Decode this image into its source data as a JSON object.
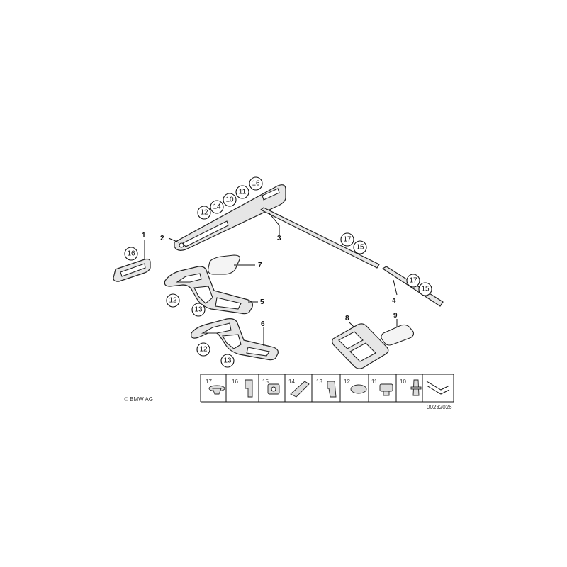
{
  "parts": {
    "p1": "1",
    "p2": "2",
    "p3": "3",
    "p4": "4",
    "p5": "5",
    "p6": "6",
    "p7": "7",
    "p8": "8",
    "p9": "9"
  },
  "bubbles": {
    "b16a": "16",
    "b12a": "12",
    "b14a": "14",
    "b10a": "10",
    "b11a": "11",
    "b16b": "16",
    "b17a": "17",
    "b15a": "15",
    "b17b": "17",
    "b15b": "15",
    "b12b": "12",
    "b13a": "13",
    "b12c": "12",
    "b13b": "13"
  },
  "strip": {
    "cells": [
      {
        "num": "17",
        "icon": "rivet-icon"
      },
      {
        "num": "16",
        "icon": "clip-bracket-icon"
      },
      {
        "num": "15",
        "icon": "square-nut-icon"
      },
      {
        "num": "14",
        "icon": "angled-clip-icon"
      },
      {
        "num": "13",
        "icon": "spring-clip-icon"
      },
      {
        "num": "12",
        "icon": "oval-pad-icon"
      },
      {
        "num": "11",
        "icon": "mounting-clip-icon"
      },
      {
        "num": "10",
        "icon": "expanding-pin-icon"
      }
    ],
    "code": "00232026"
  },
  "copyright": "© BMW AG"
}
